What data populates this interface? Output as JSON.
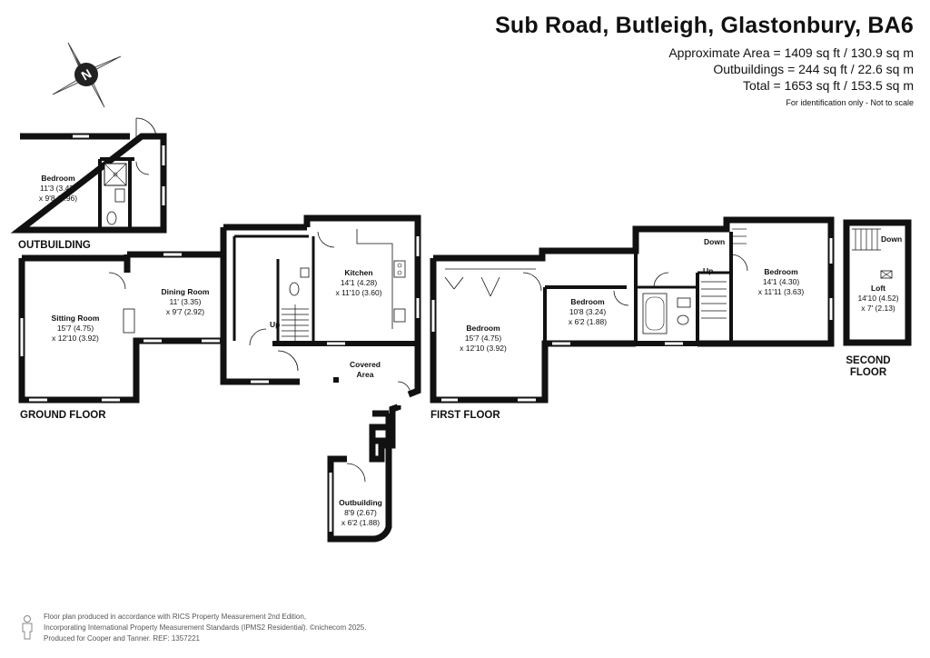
{
  "header": {
    "title": "Sub Road, Butleigh, Glastonbury, BA6",
    "approx_area": "Approximate Area = 1409 sq ft / 130.9 sq m",
    "outbuildings": "Outbuildings = 244 sq ft / 22.6 sq m",
    "total": "Total = 1653 sq ft / 153.5 sq m",
    "note": "For identification only - Not to scale"
  },
  "compass": {
    "label": "N",
    "icon": "compass-icon"
  },
  "floors": {
    "outbuilding": "OUTBUILDING",
    "ground": "GROUND FLOOR",
    "first": "FIRST FLOOR",
    "second_line1": "SECOND",
    "second_line2": "FLOOR"
  },
  "rooms": {
    "ob_bedroom": {
      "name": "Bedroom",
      "dim1": "11'3 (3.43)",
      "dim2": "x 9'8 (2.96)"
    },
    "sitting": {
      "name": "Sitting Room",
      "dim1": "15'7 (4.75)",
      "dim2": "x 12'10 (3.92)"
    },
    "dining": {
      "name": "Dining Room",
      "dim1": "11' (3.35)",
      "dim2": "x 9'7 (2.92)"
    },
    "kitchen": {
      "name": "Kitchen",
      "dim1": "14'1 (4.28)",
      "dim2": "x 11'10 (3.60)"
    },
    "covered": {
      "line1": "Covered",
      "line2": "Area"
    },
    "outbuilding": {
      "name": "Outbuilding",
      "dim1": "8'9 (2.67)",
      "dim2": "x 6'2 (1.88)"
    },
    "bedroom1": {
      "name": "Bedroom",
      "dim1": "15'7 (4.75)",
      "dim2": "x 12'10 (3.92)"
    },
    "bedroom2": {
      "name": "Bedroom",
      "dim1": "10'8 (3.24)",
      "dim2": "x 6'2 (1.88)"
    },
    "bedroom3": {
      "name": "Bedroom",
      "dim1": "14'1 (4.30)",
      "dim2": "x 11'11 (3.63)"
    },
    "loft": {
      "name": "Loft",
      "dim1": "14'10 (4.52)",
      "dim2": "x 7' (2.13)"
    }
  },
  "stairs": {
    "up": "Up",
    "down": "Down"
  },
  "footer": {
    "line1": "Floor plan produced in accordance with RICS Property Measurement 2nd Edition,",
    "line2": "Incorporating International Property Measurement Standards (IPMS2 Residential).  ©nichecom 2025.",
    "line3": "Produced for Cooper and Tanner.   REF: 1357221"
  }
}
